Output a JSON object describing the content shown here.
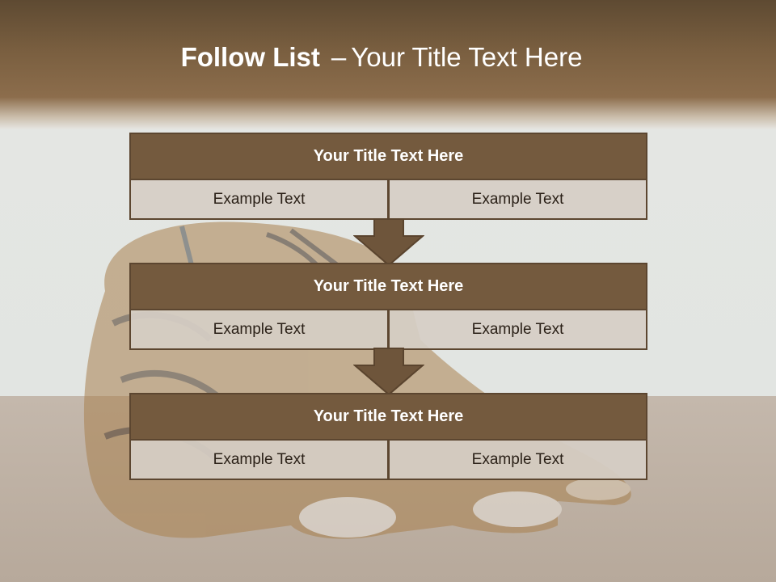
{
  "title": {
    "bold": "Follow List",
    "dash": "–",
    "rest": "Your Title Text Here"
  },
  "steps": [
    {
      "header": "Your Title Text Here",
      "left": "Example Text",
      "right": "Example Text"
    },
    {
      "header": "Your Title Text Here",
      "left": "Example Text",
      "right": "Example Text"
    },
    {
      "header": "Your Title Text Here",
      "left": "Example Text",
      "right": "Example Text"
    }
  ],
  "colors": {
    "header_fill": "#745a3e",
    "cell_fill": "#d6cec6",
    "border": "#5c4630",
    "arrow": "#6e553b"
  },
  "background_image": "tiger-photo"
}
